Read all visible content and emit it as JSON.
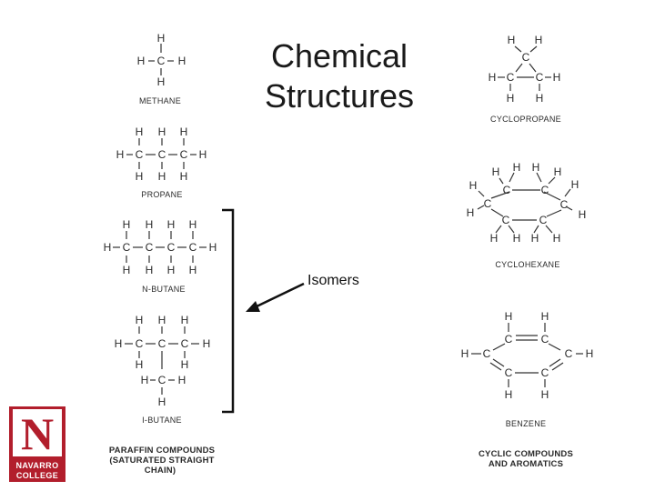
{
  "slide": {
    "title_line1": "Chemical",
    "title_line2": "Structures",
    "isomers_label": "Isomers"
  },
  "captions": {
    "methane": "METHANE",
    "propane": "PROPANE",
    "n_butane": "N-BUTANE",
    "i_butane": "I-BUTANE",
    "paraffin_line1": "PARAFFIN COMPOUNDS",
    "paraffin_line2": "(SATURATED STRAIGHT",
    "paraffin_line3": "CHAIN)",
    "cyclopropane": "CYCLOPROPANE",
    "cyclohexane": "CYCLOHEXANE",
    "benzene": "BENZENE",
    "cyclic_line1": "CYCLIC COMPOUNDS",
    "cyclic_line2": "AND AROMATICS"
  },
  "atoms": {
    "carbon": "C",
    "hydrogen": "H"
  },
  "logo": {
    "letter": "N",
    "line1": "NAVARRO",
    "line2": "COLLEGE",
    "brand_color": "#b21e2c"
  }
}
